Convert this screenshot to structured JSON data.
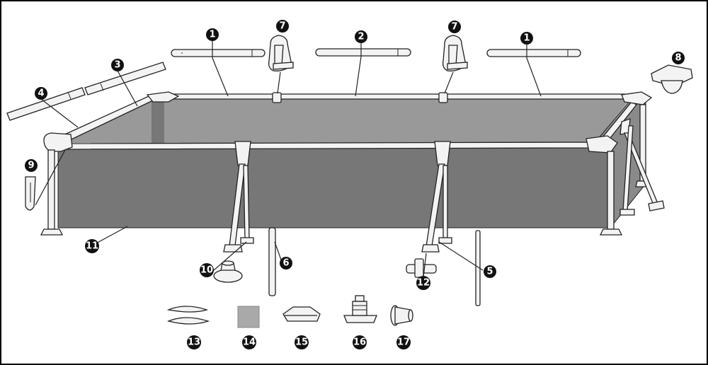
{
  "callouts": {
    "c1a": "1",
    "c7a": "7",
    "c2": "2",
    "c7b": "7",
    "c1b": "1",
    "c8": "8",
    "c3": "3",
    "c4": "4",
    "c9": "9",
    "c11": "11",
    "c10": "10",
    "c6": "6",
    "c12": "12",
    "c5": "5",
    "c13": "13",
    "c14": "14",
    "c15": "15",
    "c16": "16",
    "c17": "17"
  }
}
